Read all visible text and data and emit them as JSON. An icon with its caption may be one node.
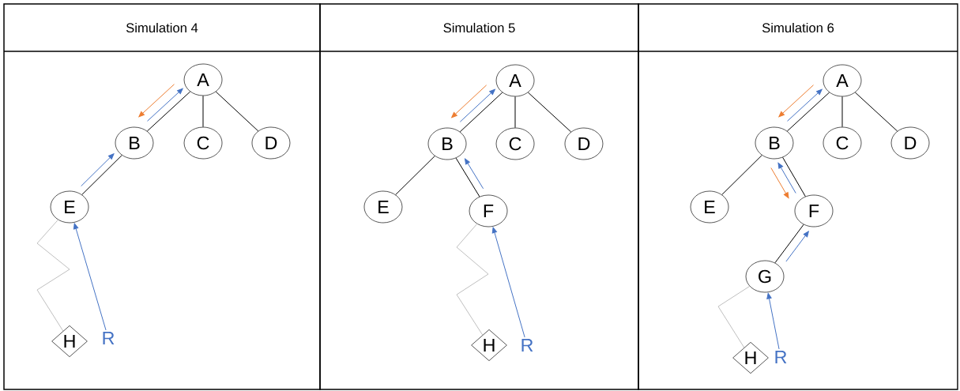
{
  "diagram": {
    "nodes": [
      {
        "text": [
          "Simulation 4"
        ]
      },
      {
        "text": [
          "A"
        ],
        "in": 0
      },
      {
        "text": [
          "B"
        ],
        "in": 0
      },
      {
        "text": [
          "C"
        ],
        "in": 0
      },
      {
        "text": [
          "D"
        ],
        "in": 0
      },
      {
        "text": [
          "E"
        ],
        "in": 0
      },
      {
        "text": [
          "H"
        ],
        "in": 0
      },
      {
        "text": [
          "R"
        ],
        "in": 0
      },
      {
        "text": [
          "Simulation 5"
        ]
      },
      {
        "text": [
          "A"
        ],
        "in": 8
      },
      {
        "text": [
          "B"
        ],
        "in": 8
      },
      {
        "text": [
          "C"
        ],
        "in": 8
      },
      {
        "text": [
          "D"
        ],
        "in": 8
      },
      {
        "text": [
          "E"
        ],
        "in": 8
      },
      {
        "text": [
          "F"
        ],
        "in": 8
      },
      {
        "text": [
          "H"
        ],
        "in": 8
      },
      {
        "text": [
          "R"
        ],
        "in": 8
      },
      {
        "text": [
          "Simulation 6"
        ]
      },
      {
        "text": [
          "A"
        ],
        "in": 17
      },
      {
        "text": [
          "B"
        ],
        "in": 17
      },
      {
        "text": [
          "C"
        ],
        "in": 17
      },
      {
        "text": [
          "D"
        ],
        "in": 17
      },
      {
        "text": [
          "E"
        ],
        "in": 17
      },
      {
        "text": [
          "F"
        ],
        "in": 17
      },
      {
        "text": [
          "G"
        ],
        "in": 17
      },
      {
        "text": [
          "H"
        ],
        "in": 17
      },
      {
        "text": [
          "R"
        ],
        "in": 17
      }
    ],
    "edges": [
      {
        "from": 1,
        "to": 2,
        "arrow": "none"
      },
      {
        "from": 1,
        "to": 3,
        "arrow": "none"
      },
      {
        "from": 1,
        "to": 4,
        "arrow": "none"
      },
      {
        "from": 2,
        "to": 5,
        "arrow": "none"
      },
      {
        "from": 5,
        "to": 2,
        "arrow": "to",
        "color": "#4472c4"
      },
      {
        "from": 2,
        "to": 1,
        "arrow": "to",
        "color": "#4472c4"
      },
      {
        "from": 1,
        "to": 2,
        "arrow": "to",
        "color": "#ed7d31"
      },
      {
        "from": 6,
        "to": 5,
        "arrow": "none",
        "color": "#bfbfbf"
      },
      {
        "from": 7,
        "to": 5,
        "arrow": "to",
        "color": "#4472c4"
      },
      {
        "from": 9,
        "to": 10,
        "arrow": "none"
      },
      {
        "from": 9,
        "to": 11,
        "arrow": "none"
      },
      {
        "from": 9,
        "to": 12,
        "arrow": "none"
      },
      {
        "from": 10,
        "to": 13,
        "arrow": "none"
      },
      {
        "from": 10,
        "to": 14,
        "arrow": "none"
      },
      {
        "from": 14,
        "to": 10,
        "arrow": "to",
        "color": "#4472c4"
      },
      {
        "from": 10,
        "to": 9,
        "arrow": "to",
        "color": "#4472c4"
      },
      {
        "from": 9,
        "to": 10,
        "arrow": "to",
        "color": "#ed7d31"
      },
      {
        "from": 15,
        "to": 14,
        "arrow": "none",
        "color": "#bfbfbf"
      },
      {
        "from": 16,
        "to": 14,
        "arrow": "to",
        "color": "#4472c4"
      },
      {
        "from": 18,
        "to": 19,
        "arrow": "none"
      },
      {
        "from": 18,
        "to": 20,
        "arrow": "none"
      },
      {
        "from": 18,
        "to": 21,
        "arrow": "none"
      },
      {
        "from": 19,
        "to": 22,
        "arrow": "none"
      },
      {
        "from": 19,
        "to": 23,
        "arrow": "none"
      },
      {
        "from": 23,
        "to": 24,
        "arrow": "none"
      },
      {
        "from": 24,
        "to": 23,
        "arrow": "to",
        "color": "#4472c4"
      },
      {
        "from": 23,
        "to": 19,
        "arrow": "to",
        "color": "#4472c4"
      },
      {
        "from": 19,
        "to": 23,
        "arrow": "to",
        "color": "#ed7d31"
      },
      {
        "from": 19,
        "to": 18,
        "arrow": "to",
        "color": "#4472c4"
      },
      {
        "from": 18,
        "to": 19,
        "arrow": "to",
        "color": "#ed7d31"
      },
      {
        "from": 25,
        "to": 24,
        "arrow": "none",
        "color": "#bfbfbf"
      },
      {
        "from": 26,
        "to": 24,
        "arrow": "to",
        "color": "#4472c4"
      }
    ]
  }
}
